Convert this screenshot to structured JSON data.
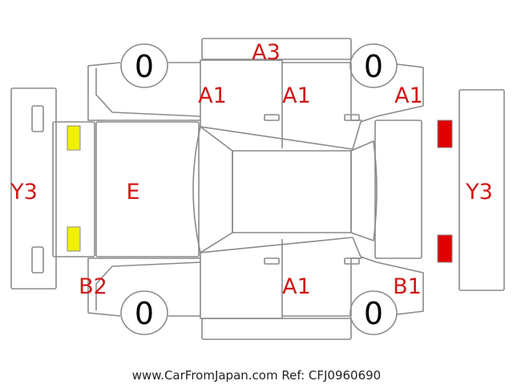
{
  "colors": {
    "outline": "#8a8a8a",
    "damage_text": "#d01818",
    "tire_text": "#000000",
    "footer_text": "#222222",
    "light_front": "#f0f000",
    "light_rear": "#e00000"
  },
  "tires": {
    "front_left": "0",
    "front_right": "0",
    "rear_left": "0",
    "rear_right": "0"
  },
  "damage_codes": {
    "roof_top": "A3",
    "door_front_left_top": "A1",
    "door_rear_left_top": "A1",
    "quarter_rear_top": "A1",
    "hood": "E",
    "bumper_front": "Y3",
    "bumper_rear": "Y3",
    "door_rear_bottom": "A1",
    "corner_front_bottom": "B2",
    "corner_rear_bottom": "B1"
  },
  "footer": {
    "text": "www.CarFromJapan.com Ref: CFJ0960690"
  }
}
